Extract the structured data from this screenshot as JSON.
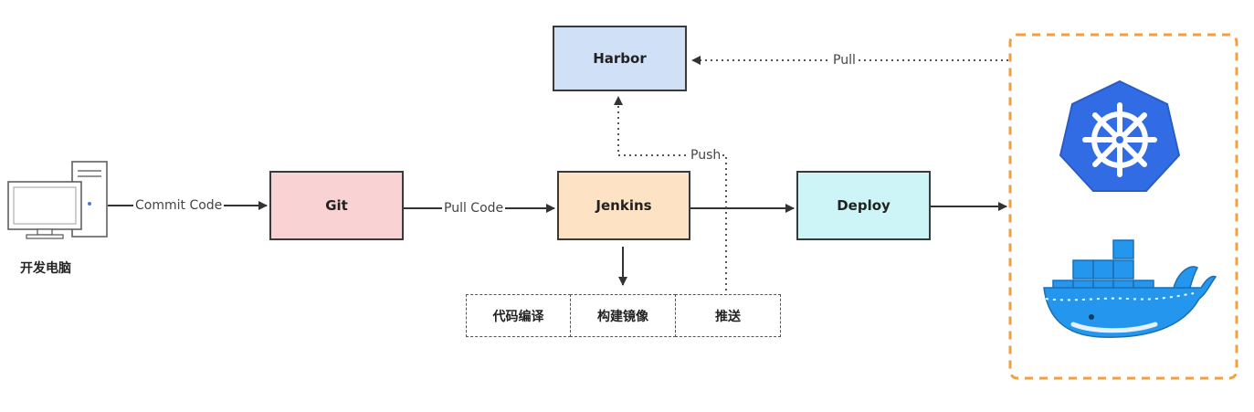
{
  "nodes": {
    "computer": "开发电脑",
    "harbor": "Harbor",
    "git": "Git",
    "jenkins": "Jenkins",
    "deploy": "Deploy"
  },
  "edges": {
    "commit": "Commit Code",
    "pull_code": "Pull Code",
    "push": "Push",
    "pull": "Pull"
  },
  "steps": [
    "代码编译",
    "构建镜像",
    "推送"
  ],
  "colors": {
    "harbor": "#cfe0f7",
    "git": "#f9d3d3",
    "jenkins": "#fde3c4",
    "deploy": "#cdf5f7",
    "target_border": "#f0a040",
    "kubernetes": "#326ce5",
    "docker": "#2496ed"
  },
  "icons": [
    "computer-icon",
    "kubernetes-icon",
    "docker-icon"
  ]
}
